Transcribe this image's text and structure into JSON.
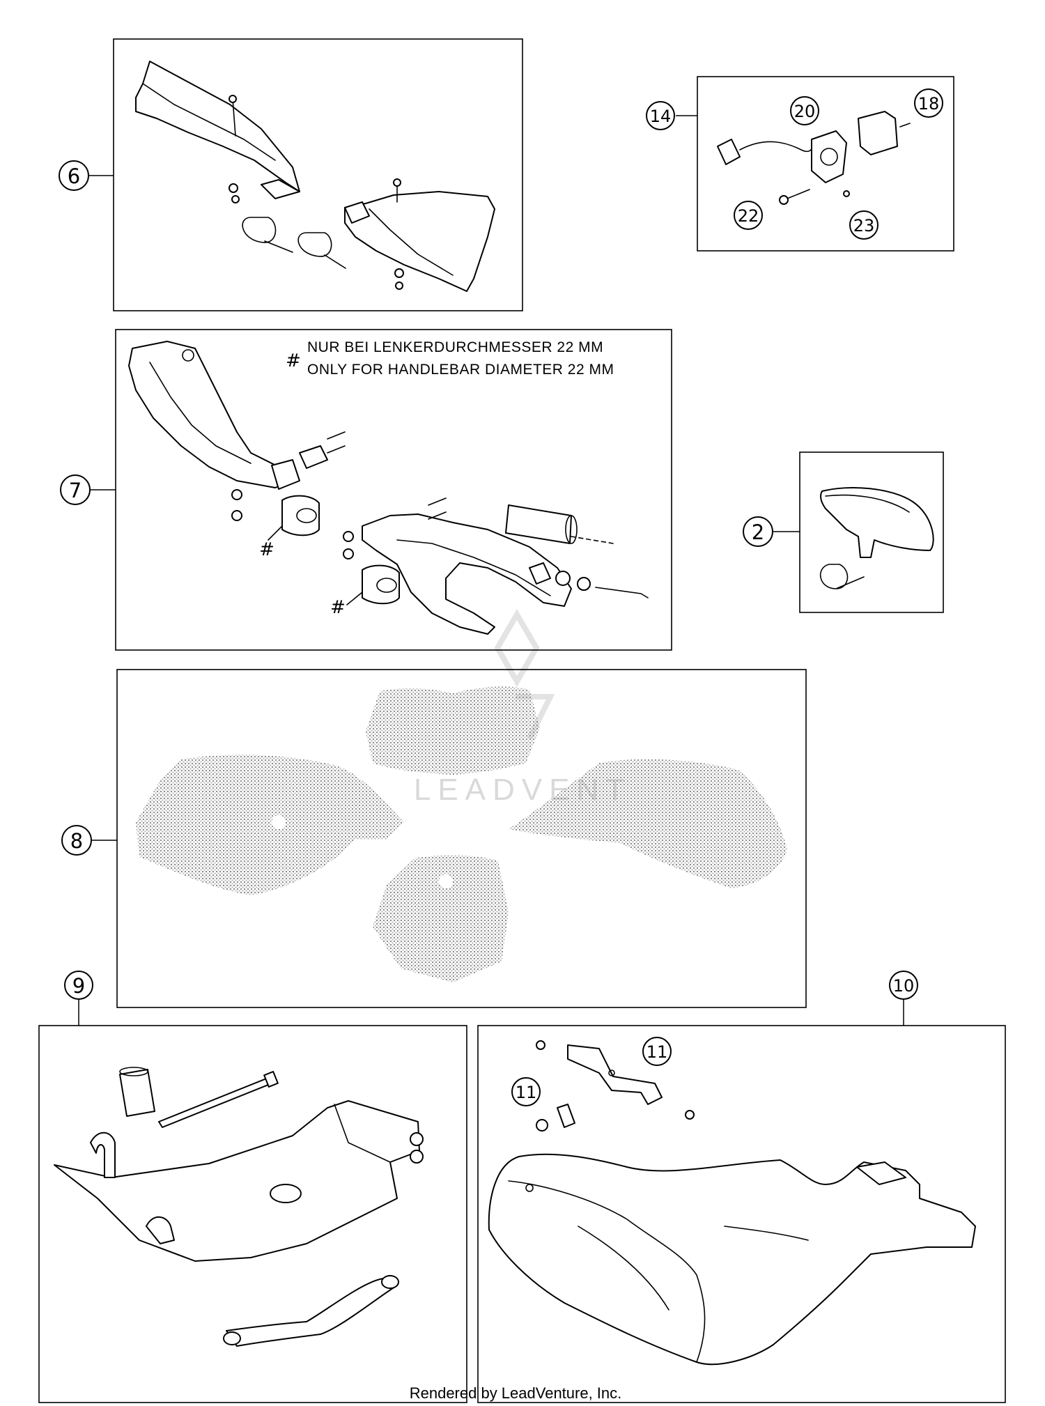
{
  "callouts": {
    "c6": "6",
    "c7": "7",
    "c8": "8",
    "c9": "9",
    "c10": "10",
    "c2": "2",
    "c14": "14",
    "c18": "18",
    "c20": "20",
    "c22": "22",
    "c23": "23",
    "c11a": "11",
    "c11b": "11"
  },
  "note": {
    "hash": "#",
    "line1": "NUR BEI LENKERDURCHMESSER 22 MM",
    "line2": "ONLY FOR HANDLEBAR DIAMETER 22 MM"
  },
  "hash_marks": [
    "#",
    "#"
  ],
  "watermark": "LEADVENT",
  "footer": "Rendered by LeadVenture, Inc."
}
